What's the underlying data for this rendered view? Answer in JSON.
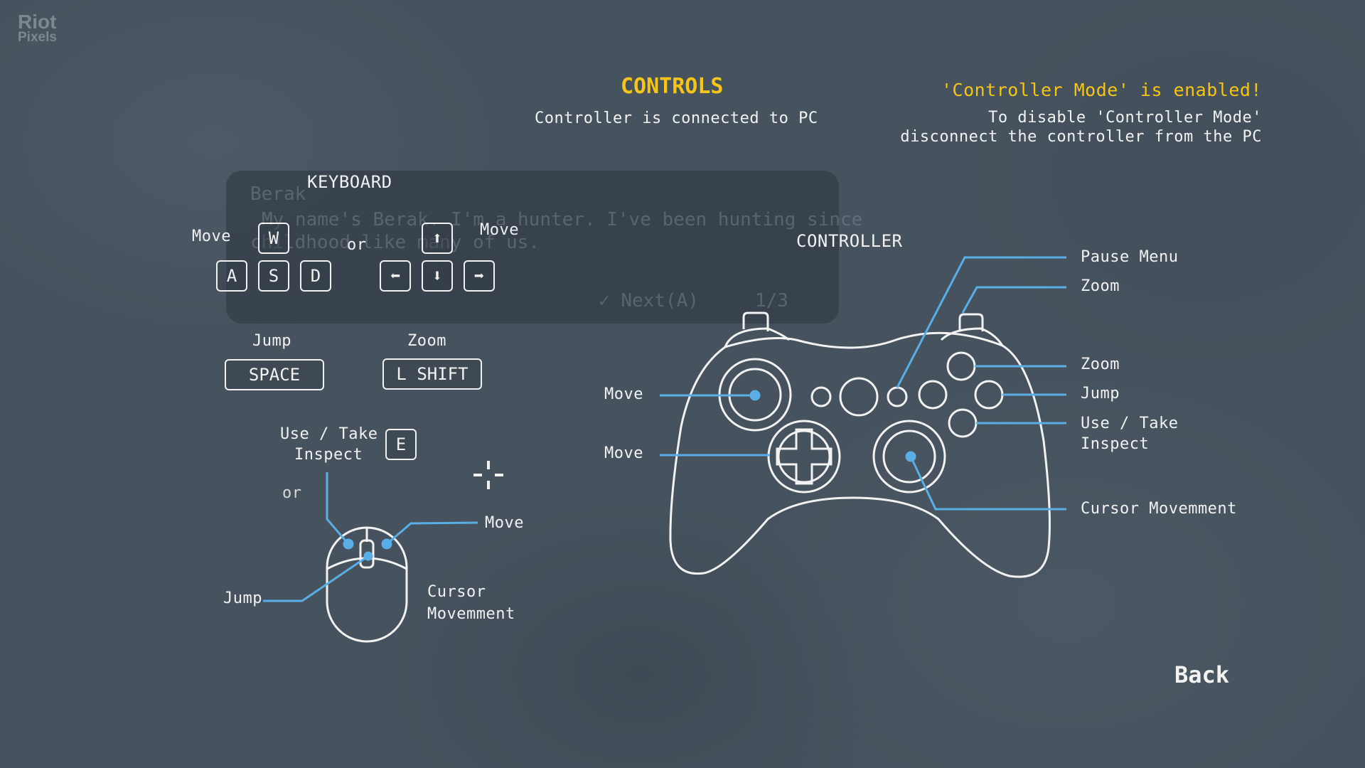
{
  "watermark": {
    "line1": "Riot",
    "line2": "Pixels"
  },
  "header": {
    "title": "CONTROLS",
    "subtitle": "Controller is connected to PC"
  },
  "notice": {
    "headline": "'Controller Mode' is enabled!",
    "line1": "To disable 'Controller Mode'",
    "line2": "disconnect the controller from the PC"
  },
  "background_dialog": {
    "speaker": "Berak",
    "line1": "My name's Berak. I'm a hunter. I've been hunting since",
    "line2": "childhood like many of us.",
    "next": "Next(A)",
    "page": "1/3"
  },
  "keyboard": {
    "heading": "KEYBOARD",
    "move_label_left": "Move",
    "move_label_right": "Move",
    "or_label": "or",
    "wasd": [
      "W",
      "A",
      "S",
      "D"
    ],
    "arrows": {
      "up": "⬆",
      "left": "⬅",
      "down": "⬇",
      "right": "➡"
    },
    "jump_label": "Jump",
    "jump_key": "SPACE",
    "zoom_label": "Zoom",
    "zoom_key": "L SHIFT",
    "use_label_1": "Use / Take",
    "use_label_2": "Inspect",
    "use_key": "E",
    "or_mouse": "or"
  },
  "mouse": {
    "move_label": "Move",
    "jump_label": "Jump",
    "cursor_label_1": "Cursor",
    "cursor_label_2": "Movemment"
  },
  "controller": {
    "heading": "CONTROLLER",
    "left_labels": [
      "Move",
      "Move"
    ],
    "right_labels": {
      "pause": "Pause Menu",
      "zoom_bumper": "Zoom",
      "zoom_button": "Zoom",
      "jump": "Jump",
      "use_1": "Use / Take",
      "use_2": "Inspect",
      "cursor": "Cursor Movemment"
    }
  },
  "nav": {
    "back": "Back"
  },
  "colors": {
    "accent_yellow": "#f5c518",
    "callout_blue": "#5aaee6",
    "background": "#46525d"
  }
}
